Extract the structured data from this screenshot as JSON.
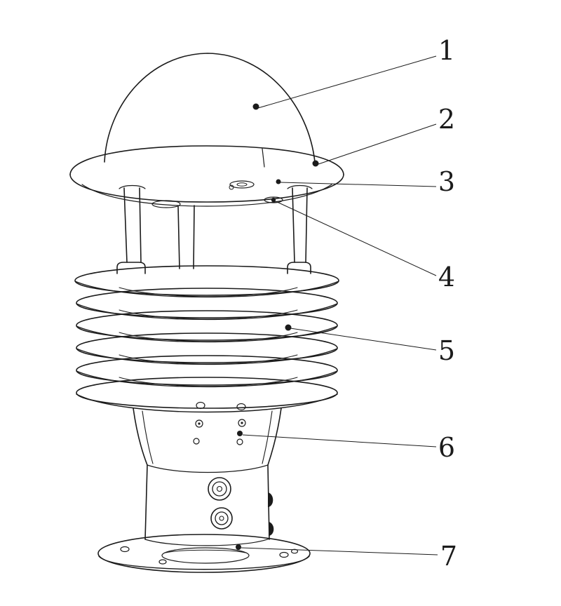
{
  "diagram": {
    "background_color": "#ffffff",
    "line_color": "#1b1b1b",
    "callout_labels": [
      "1",
      "2",
      "3",
      "4",
      "5",
      "6",
      "7"
    ]
  }
}
